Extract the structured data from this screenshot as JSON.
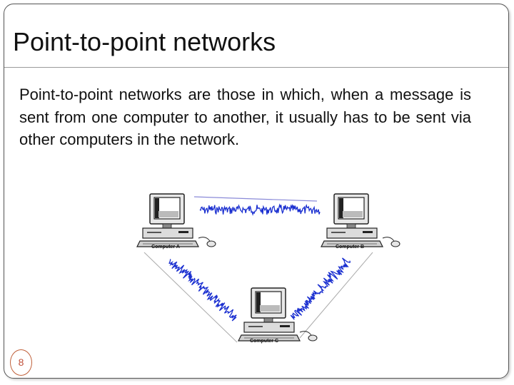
{
  "slide": {
    "title": "Point-to-point networks",
    "body": "Point-to-point networks are those in which, when a message is sent from one computer to another, it usually has to be sent via other computers in the network.",
    "page_number": "8"
  },
  "diagram": {
    "nodes": [
      {
        "id": "a",
        "label": "Computer A"
      },
      {
        "id": "b",
        "label": "Computer B"
      },
      {
        "id": "c",
        "label": "Computer C"
      }
    ],
    "signal_color": "#1a2fd0",
    "link_color": "#8a8ad8"
  },
  "colors": {
    "badge_border": "#c0603a",
    "badge_text": "#c0503a"
  }
}
